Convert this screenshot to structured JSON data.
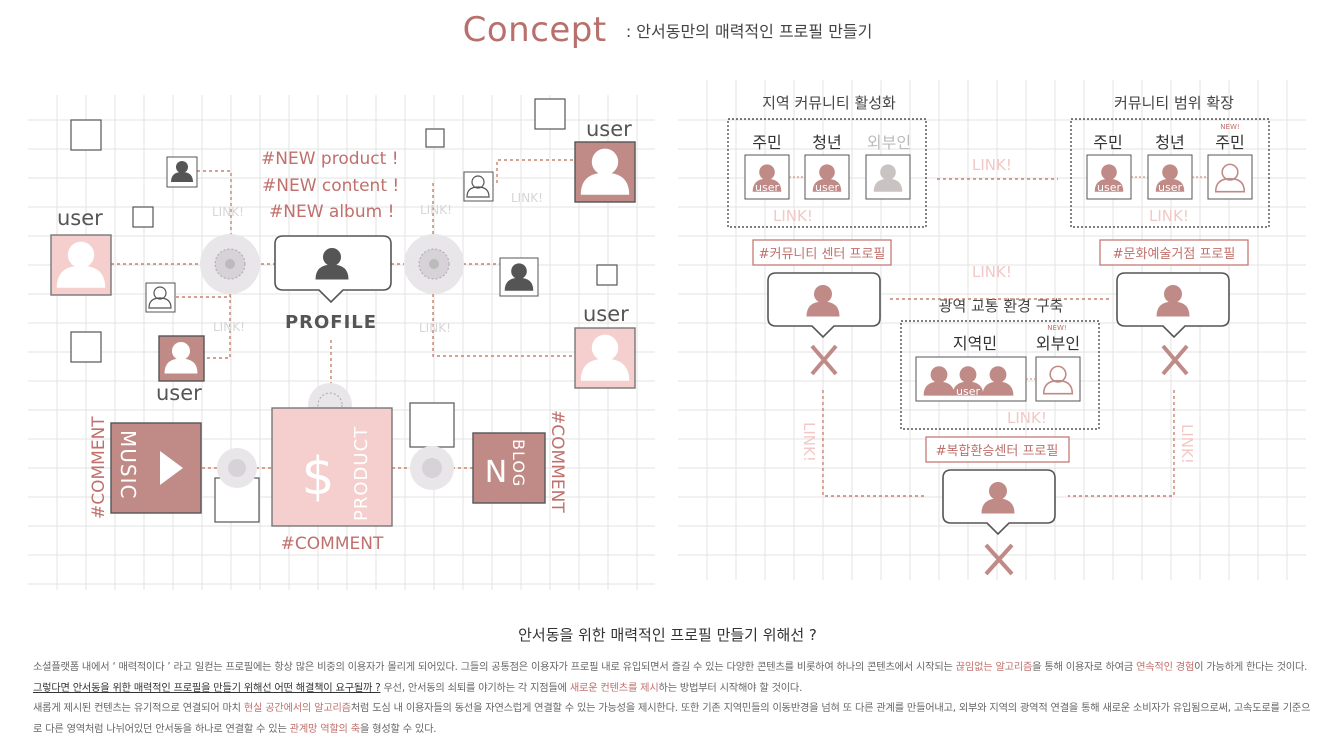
{
  "header": {
    "title": "Concept",
    "subtitle": ": 안서동만의 매력적인 프로필 만들기"
  },
  "left_diagram": {
    "hashtags": [
      "#NEW product !",
      "#NEW content !",
      "#NEW album !"
    ],
    "user_label": "user",
    "link_label": "LINK!",
    "profile_label": "PROFILE",
    "music_label": "MUSIC",
    "product_label": "PRODUCT",
    "blog_label": "BLOG",
    "comment_label": "#COMMENT",
    "dollar_glyph": "$",
    "blog_glyph": "N"
  },
  "right_diagram": {
    "group_left_title": "지역 커뮤니티 활성화",
    "group_right_title": "커뮤니티 범위 확장",
    "group_center_title": "광역 교통 환경 구축",
    "resident": "주민",
    "youth": "청년",
    "outsider": "외부인",
    "local_resident": "지역민",
    "new_badge": "NEW!",
    "user_label": "user",
    "link_label": "LINK!",
    "tag_community": "#커뮤니티 센터 프로필",
    "tag_culture": "#문화예술거점 프로필",
    "tag_transit": "#복합환승센터 프로필"
  },
  "body": {
    "question": "안서동을 위한 매력적인 프로필 만들기 위해선 ?",
    "p1_a": "소셜플랫폼 내에서 ‘ 매력적이다 ’ 라고 일컫는 프로필에는 항상 많은 비중의 이용자가 몰리게 되어있다. 그들의 공통점은 이용자가 프로필 내로 유입되면서 즐길 수 있는 다양한 콘텐츠를 비롯하여 하나의 콘텐츠에서 시작되는 ",
    "p1_hl1": "끊임없는 알고리즘",
    "p1_b": "을 통해 이용자로 하여금 ",
    "p1_hl2": "연속적인 경험",
    "p1_c": "이 가능하게  한다는 것이다. ",
    "p1_ul": "그렇다면 안서동을 위한 매력적인 프로필을 만들기 위해선 어떤 해결책이 요구될까 ?",
    "p1_d": " 우선, 안서동의 쇠퇴를 야기하는 각 지점들에 ",
    "p1_hl3": "새로운 컨텐츠를 제시",
    "p1_e": "하는 방법부터 시작해야 할 것이다.",
    "p2_a": "새롭게 제시된 컨텐츠는 유기적으로 연결되어 마치 ",
    "p2_hl1": "현실 공간에서의 알고리즘",
    "p2_b": "처럼 도심 내 이용자들의 동선을 자연스럽게 연결할 수 있는 가능성을 제시한다. 또한 기존 지역민들의 이동반경을 넘혀 또 다른 관계를 만들어내고, 외부와 지역의 광역적 연결을 통해 새로운 소비자가 유입됨으로써, 고속도로를 기준으로 다른 영역처럼 나뉘어있던 안서동을 하나로 연결할 수 있는 ",
    "p2_hl2": "관계망 역할의 축",
    "p2_c": "을 형성할 수 있다."
  },
  "colors": {
    "accent": "#b8706c",
    "accent_light": "#f5cfcd",
    "user_dark": "#c08a86",
    "dashed_link": "#c9826b"
  }
}
